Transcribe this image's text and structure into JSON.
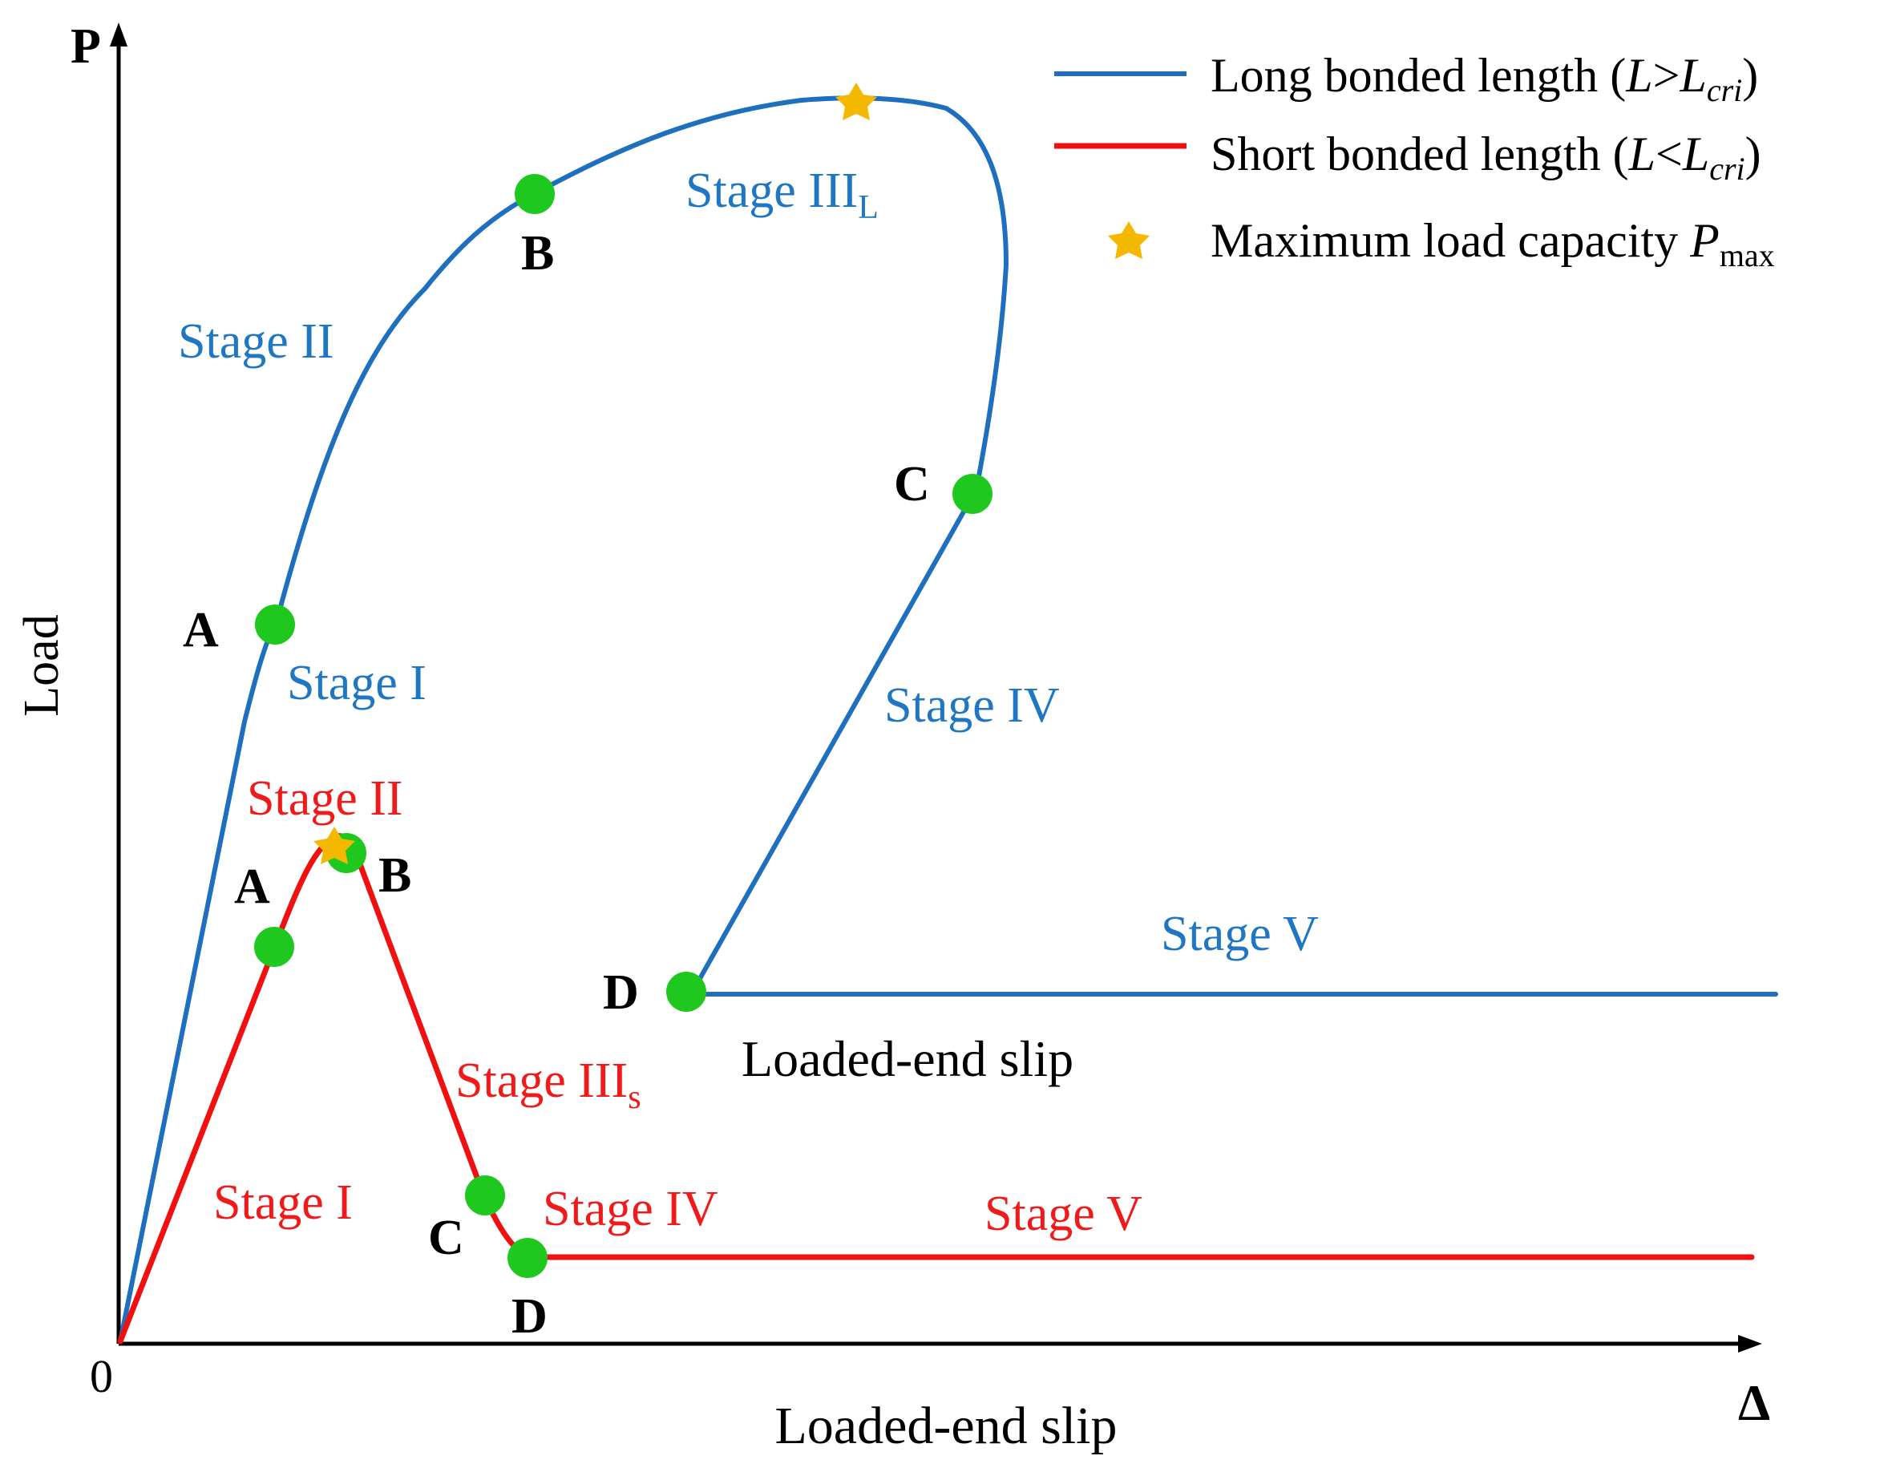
{
  "colors": {
    "long": "#1f6fbf",
    "short": "#f01010",
    "point": "#1ec81e",
    "star": "#f5b800",
    "axis": "#000000",
    "long_text": "#1f77c4",
    "short_text": "#f01a1a"
  },
  "axes": {
    "y_symbol": "P",
    "y_label": "Load",
    "x_symbol": "Δ",
    "x_label": "Loaded-end slip",
    "origin": "0"
  },
  "legend": {
    "long_prefix": "Long bonded length (",
    "long_italic": "L",
    "long_rel": ">",
    "long_sub_base": "L",
    "long_sub": "cri",
    "long_suffix": ")",
    "short_prefix": "Short bonded length (",
    "short_italic": "L",
    "short_rel": "<",
    "short_sub_base": "L",
    "short_sub": "cri",
    "short_suffix": ")",
    "max_prefix": "Maximum load capacity ",
    "max_italic": "P",
    "max_sub": "max"
  },
  "long_curve": {
    "stage_labels": {
      "I": "Stage I",
      "II": "Stage II",
      "III": "Stage III",
      "III_sub": "L",
      "IV": "Stage IV",
      "V": "Stage V"
    },
    "points": {
      "A": "A",
      "B": "B",
      "C": "C",
      "D": "D"
    },
    "annotation": "Loaded-end slip"
  },
  "short_curve": {
    "stage_labels": {
      "I": "Stage I",
      "II": "Stage II",
      "III": "Stage III",
      "III_sub": "s",
      "IV": "Stage IV",
      "V": "Stage V"
    },
    "points": {
      "A": "A",
      "B": "B",
      "C": "C",
      "D": "D"
    }
  }
}
